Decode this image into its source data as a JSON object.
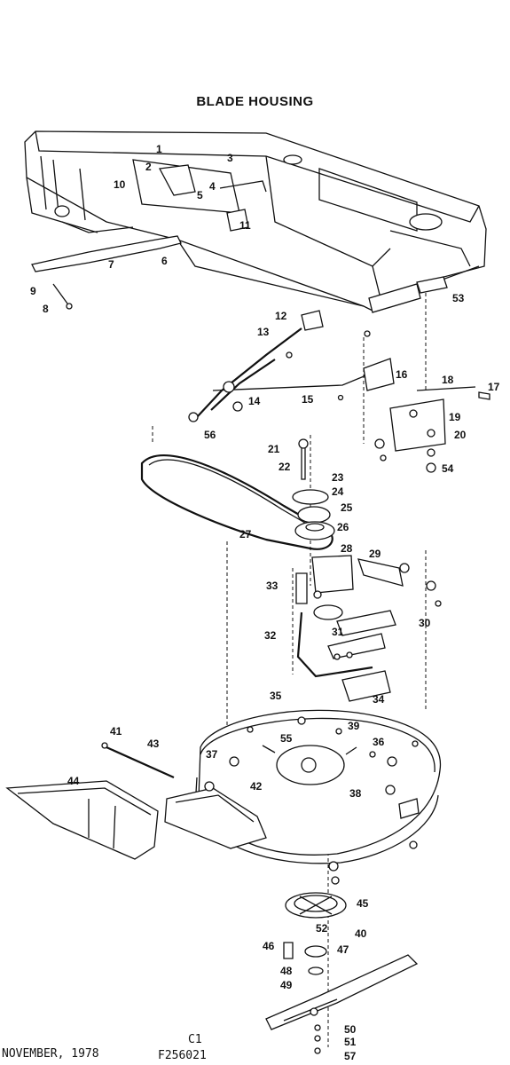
{
  "title": "BLADE HOUSING",
  "footer": {
    "date": "NOVEMBER, 1978",
    "section": "C1",
    "code": "F256021"
  },
  "callouts": [
    "1",
    "2",
    "3",
    "4",
    "5",
    "6",
    "7",
    "8",
    "9",
    "10",
    "11",
    "12",
    "13",
    "14",
    "15",
    "16",
    "17",
    "18",
    "19",
    "20",
    "21",
    "22",
    "23",
    "24",
    "25",
    "26",
    "27",
    "28",
    "29",
    "30",
    "31",
    "32",
    "33",
    "34",
    "35",
    "36",
    "37",
    "38",
    "39",
    "40",
    "41",
    "42",
    "43",
    "44",
    "45",
    "46",
    "47",
    "48",
    "49",
    "50",
    "51",
    "52",
    "53",
    "54",
    "55",
    "56",
    "57"
  ]
}
